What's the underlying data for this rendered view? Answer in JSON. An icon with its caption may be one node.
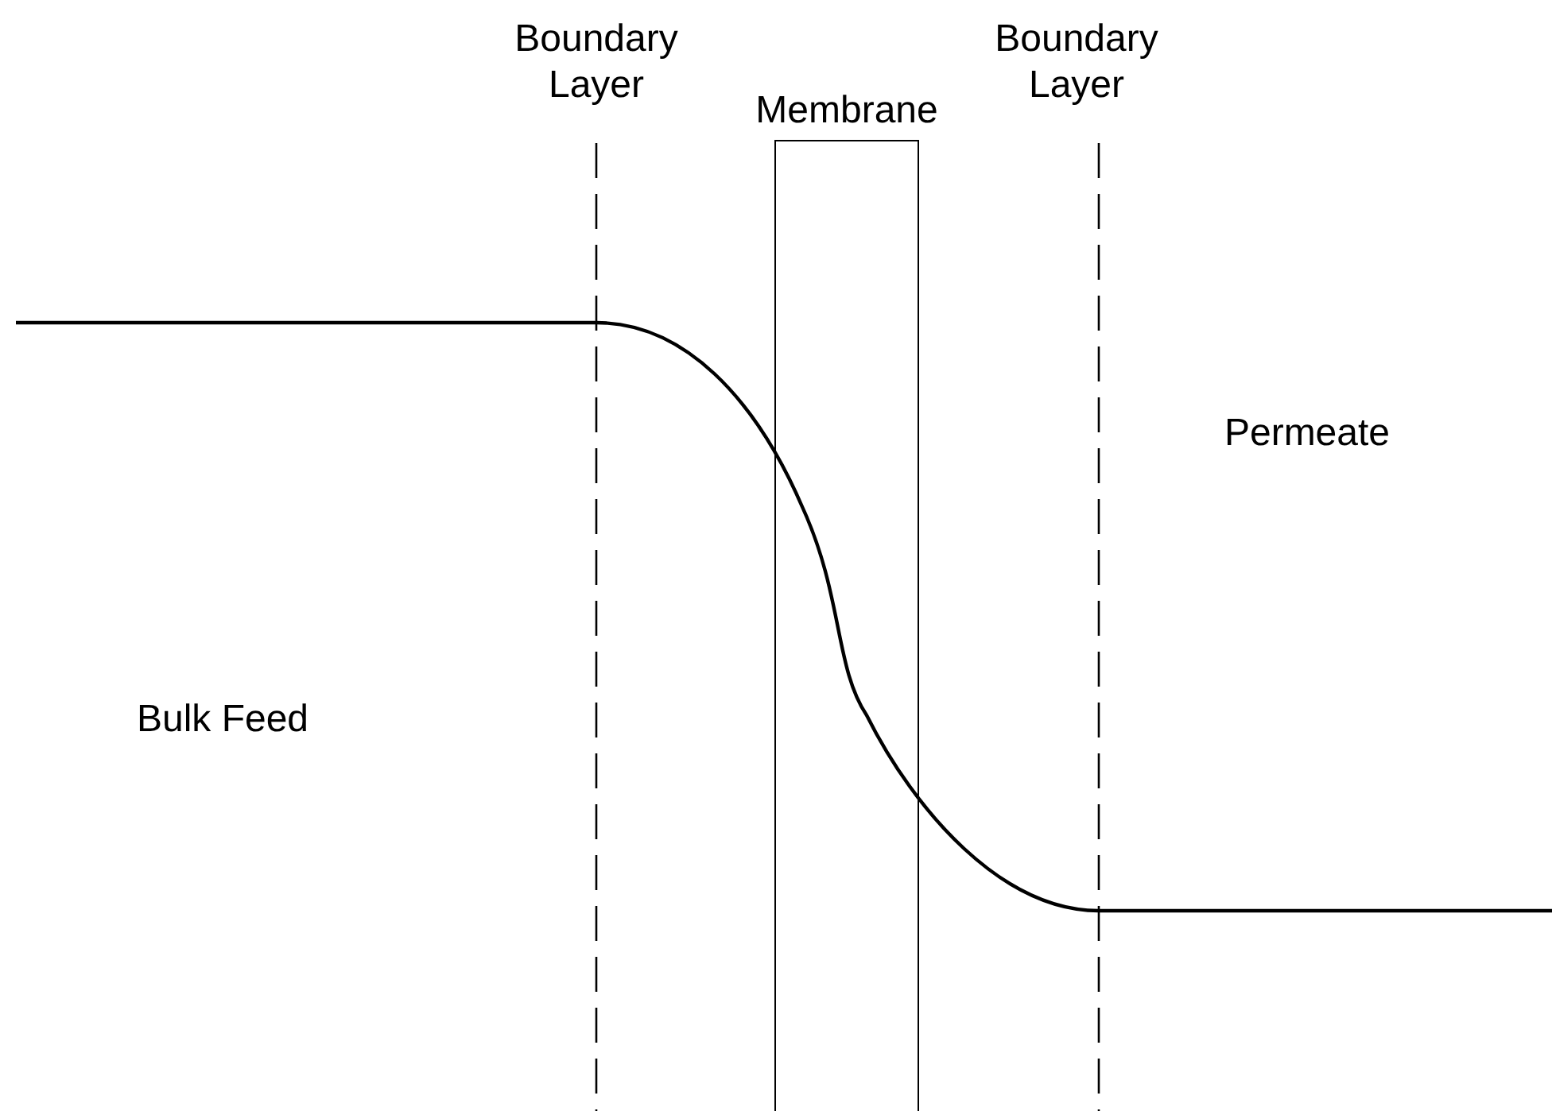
{
  "diagram": {
    "nodes": [
      {
        "text": [
          "Membrane"
        ]
      }
    ],
    "labels": [
      "Boundary Layer",
      "Boundary Layer",
      "Permeate",
      "Bulk Feed"
    ]
  }
}
